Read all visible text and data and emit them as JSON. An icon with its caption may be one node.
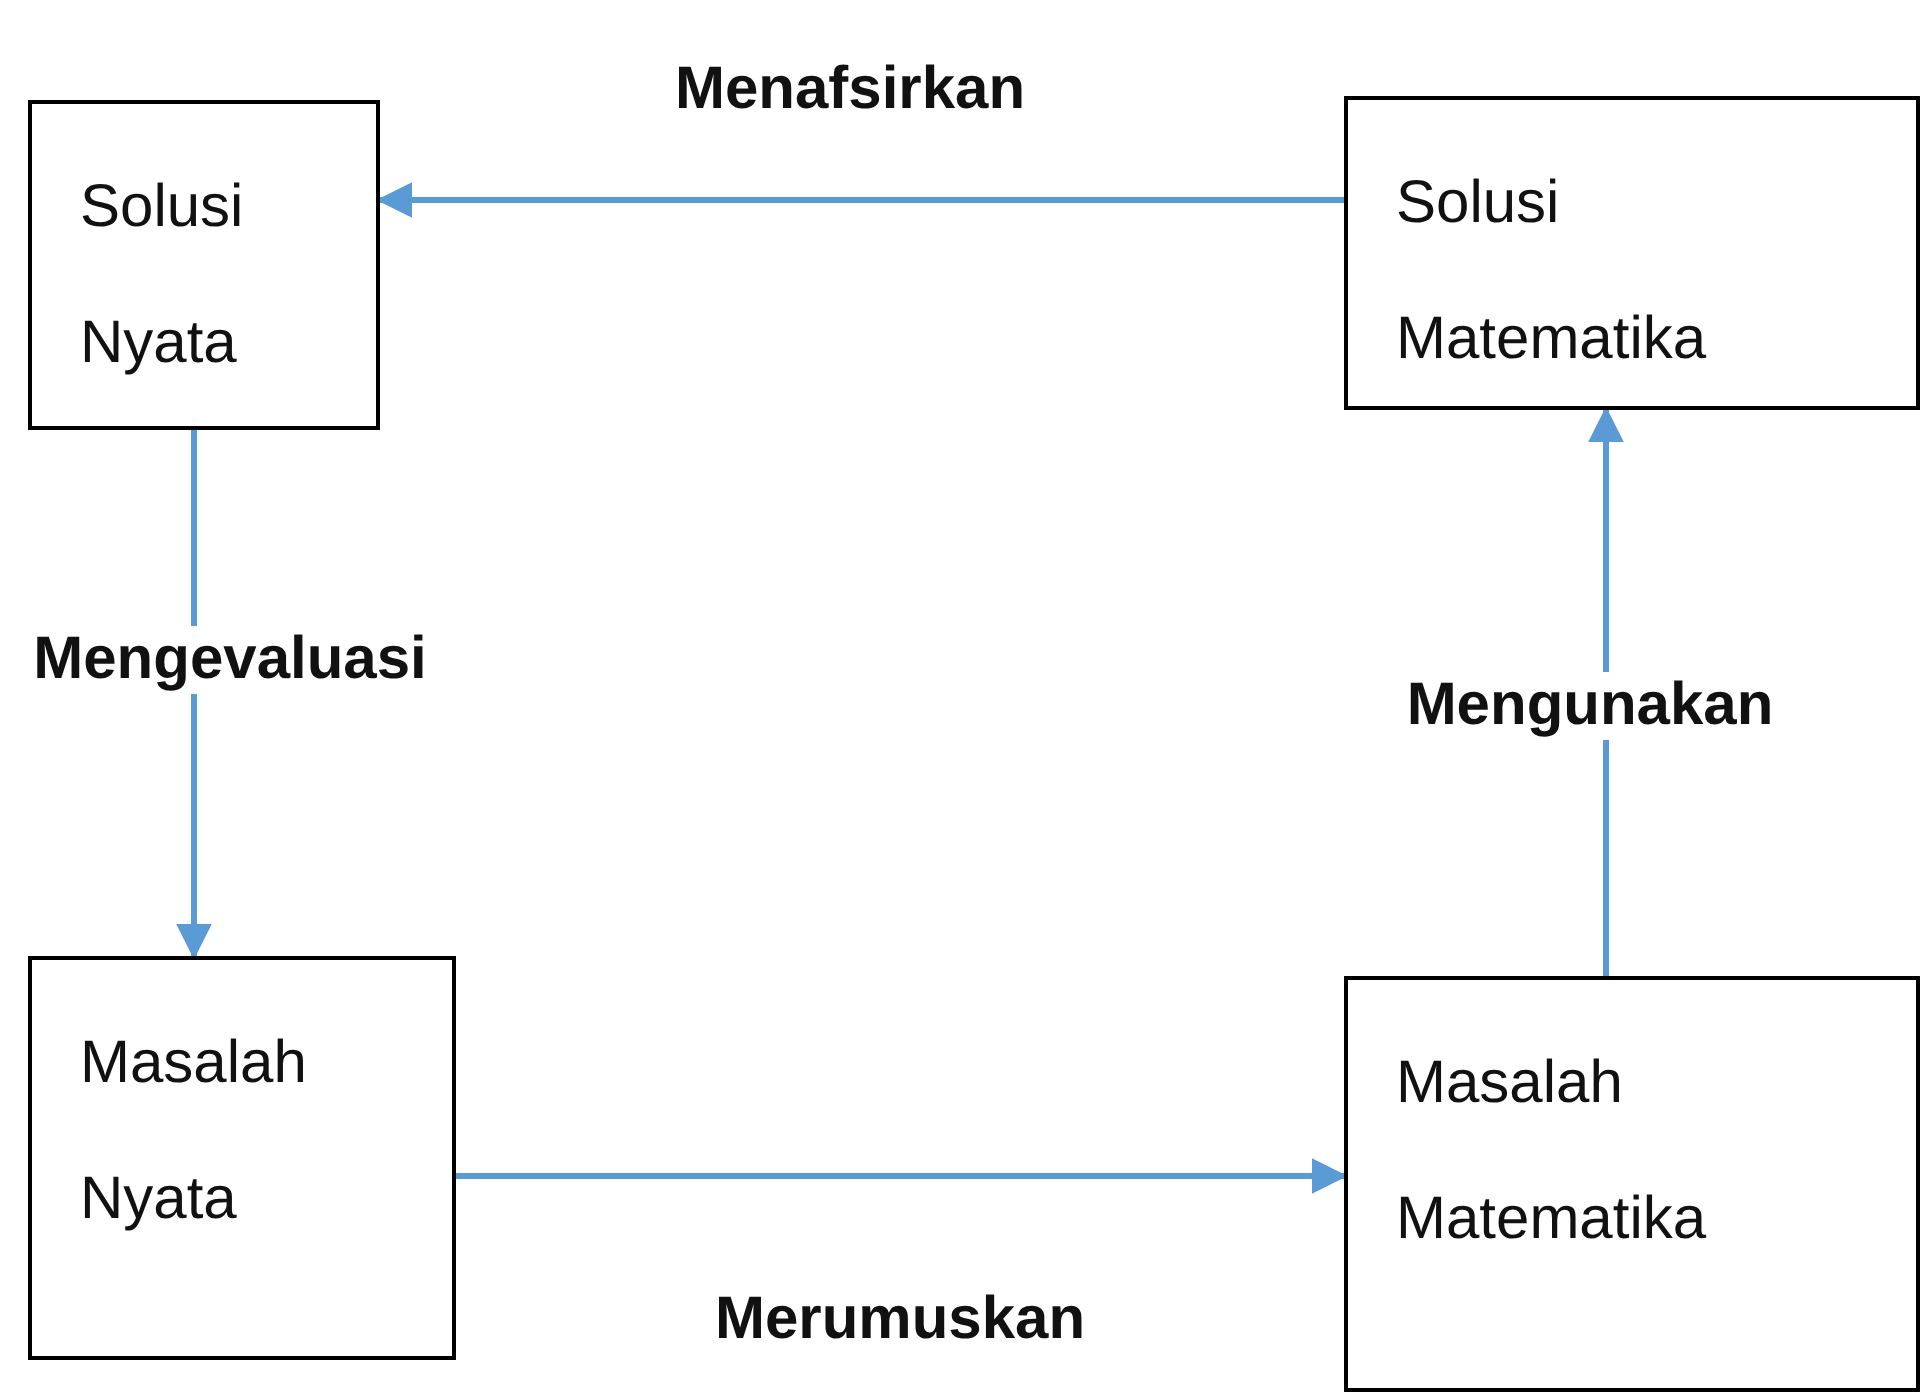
{
  "diagram": {
    "nodes": [
      {
        "text": [
          "Solusi Nyata"
        ]
      },
      {
        "text": [
          "Solusi Matematika"
        ]
      },
      {
        "text": [
          "Masalah Nyata"
        ]
      },
      {
        "text": [
          "Masalah Matematika"
        ]
      }
    ],
    "edges": [
      {
        "from": 1,
        "to": 0,
        "arrow": "to",
        "label": "Menafsirkan"
      },
      {
        "from": 0,
        "to": 2,
        "arrow": "to",
        "label": "Mengevaluasi"
      },
      {
        "from": 2,
        "to": 3,
        "arrow": "to",
        "label": "Merumuskan"
      },
      {
        "from": 3,
        "to": 1,
        "arrow": "to",
        "label": "Mengunakan"
      }
    ]
  }
}
